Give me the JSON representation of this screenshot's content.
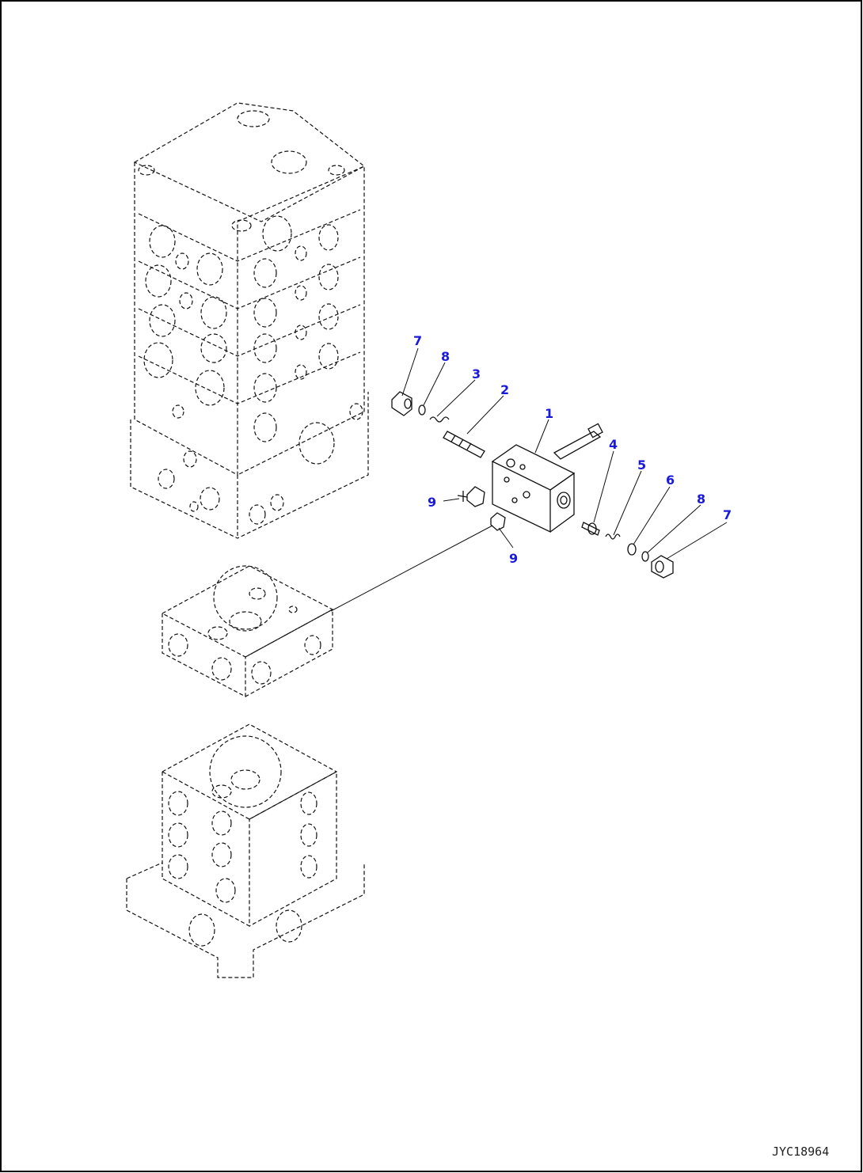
{
  "drawing_code": "JYC18964",
  "callouts": [
    {
      "id": "c7a",
      "label": "7"
    },
    {
      "id": "c8a",
      "label": "8"
    },
    {
      "id": "c3",
      "label": "3"
    },
    {
      "id": "c2",
      "label": "2"
    },
    {
      "id": "c1",
      "label": "1"
    },
    {
      "id": "c4",
      "label": "4"
    },
    {
      "id": "c5",
      "label": "5"
    },
    {
      "id": "c6",
      "label": "6"
    },
    {
      "id": "c8b",
      "label": "8"
    },
    {
      "id": "c7b",
      "label": "7"
    },
    {
      "id": "c9a",
      "label": "9"
    },
    {
      "id": "c9b",
      "label": "9"
    }
  ],
  "colors": {
    "callout": "#1a1adb",
    "ink": "#111111",
    "frame": "#000000"
  }
}
